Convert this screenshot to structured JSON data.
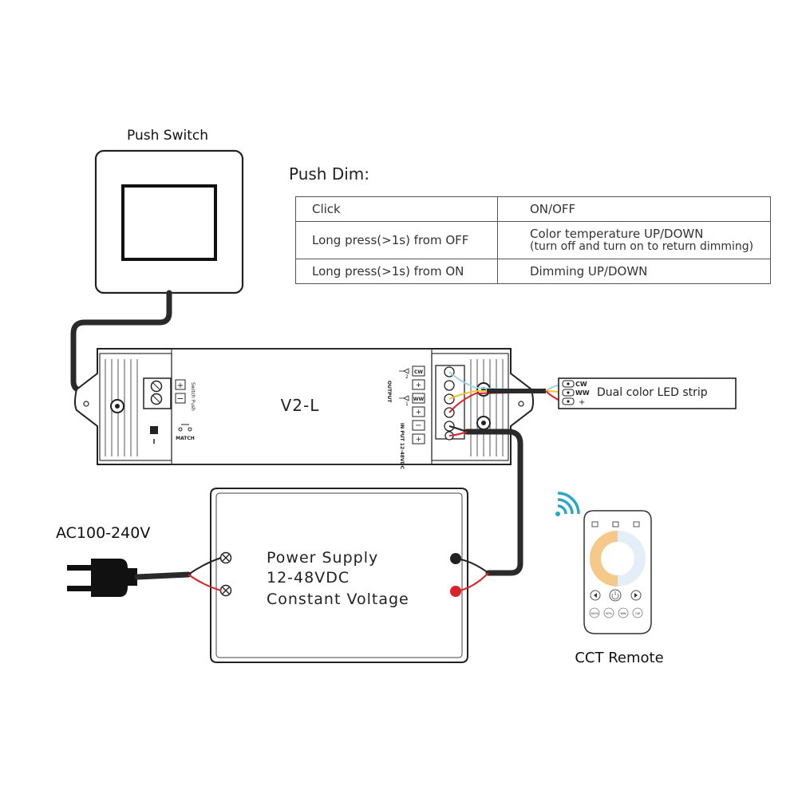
{
  "push_switch": {
    "title": "Push Switch"
  },
  "push_dim": {
    "title": "Push Dim:",
    "rows": [
      {
        "action": "Click",
        "result": "ON/OFF",
        "note": ""
      },
      {
        "action": "Long press(>1s) from OFF",
        "result": "Color temperature UP/DOWN",
        "note": "(turn off and turn on to return dimming)"
      },
      {
        "action": "Long press(>1s) from ON",
        "result": "Dimming UP/DOWN",
        "note": ""
      }
    ]
  },
  "controller": {
    "model": "V2-L",
    "switch_push_label": "Switch Push",
    "plus": "+",
    "minus": "−",
    "match_label": "MATCH",
    "output_label": "OUTPUT",
    "output_ch2": "2",
    "output_ch1": "1",
    "input_label": "IN PUT 12-48VDC",
    "term_cw": "CW",
    "term_ww": "WW"
  },
  "led_strip": {
    "label": "Dual color LED strip",
    "cw": "CW",
    "ww": "WW",
    "plus": "+"
  },
  "power_supply": {
    "line1": "Power Supply",
    "line2": "12-48VDC",
    "line3": "Constant Voltage"
  },
  "ac_input": {
    "label": "AC100-240V"
  },
  "remote": {
    "label": "CCT Remote",
    "buttons": [
      "100%",
      "50%",
      "WW",
      "CW"
    ]
  },
  "colors": {
    "line": "#222222",
    "wire_red": "#d8232a",
    "wire_yellow": "#f2c230",
    "wire_blue": "#9fd3ea",
    "cable": "#2a2a2a"
  }
}
